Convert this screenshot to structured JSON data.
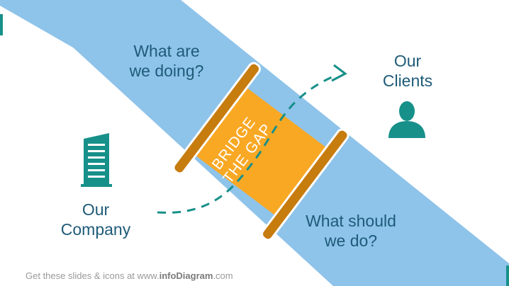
{
  "diagram": {
    "question_top": "What are we doing?",
    "question_top_line1": "What are",
    "question_top_line2": "we doing?",
    "question_bottom_line1": "What should",
    "question_bottom_line2": "we do?",
    "clients_line1": "Our",
    "clients_line2": "Clients",
    "company_line1": "Our",
    "company_line2": "Company",
    "bridge_line1": "BRIDGE",
    "bridge_line2": "THE GAP"
  },
  "footer": {
    "prefix": "Get these slides & icons at www.",
    "brand": "infoDiagram",
    "suffix": ".com"
  },
  "colors": {
    "band": "#8ec3ea",
    "bridge_fill": "#f9a824",
    "bridge_edge": "#c77c0e",
    "teal": "#17908a",
    "text": "#1e5b78"
  },
  "icons": {
    "company": "building-icon",
    "clients": "person-icon",
    "arrow": "dashed-arrow-icon"
  }
}
